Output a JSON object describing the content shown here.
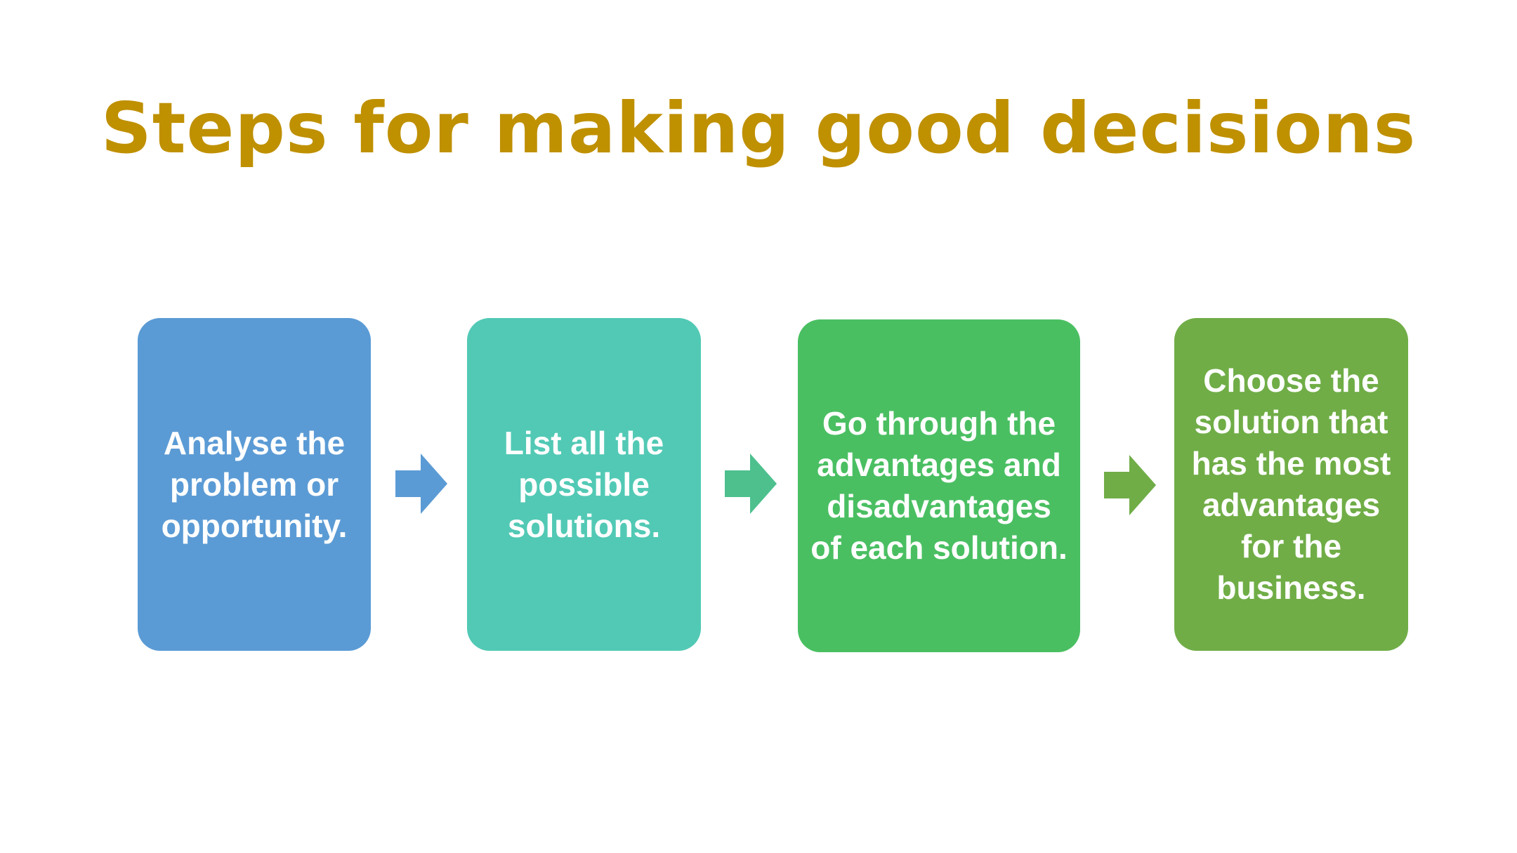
{
  "title": {
    "text": "Steps for making good decisions",
    "color": "#BF9000"
  },
  "steps": [
    {
      "text": "Analyse the problem or opportunity.",
      "color": "#5B9BD5"
    },
    {
      "text": "List all the possible solutions.",
      "color": "#52C9B5"
    },
    {
      "text": "Go through the advantages and disadvantages of each solution.",
      "color": "#4ABF62"
    },
    {
      "text": "Choose the solution that has the most advantages for the business.",
      "color": "#70AD47"
    }
  ],
  "arrows": [
    {
      "icon": "right-arrow-icon",
      "color": "#5B9BD5"
    },
    {
      "icon": "right-arrow-icon",
      "color": "#4DC08E"
    },
    {
      "icon": "right-arrow-icon",
      "color": "#70AD47"
    }
  ]
}
